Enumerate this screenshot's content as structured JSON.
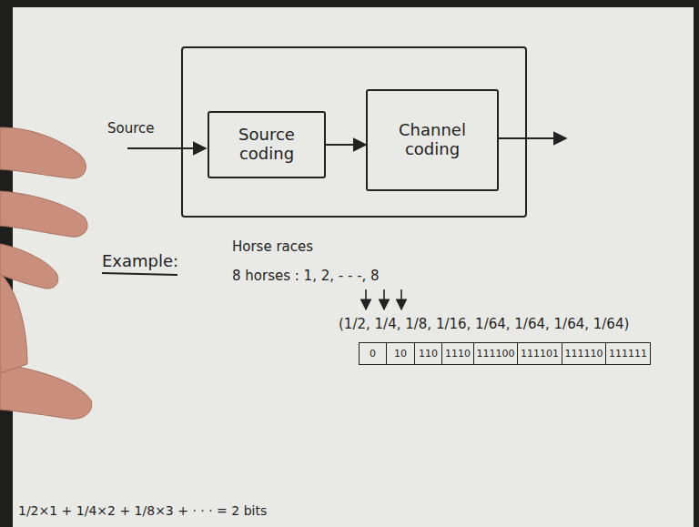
{
  "diagram": {
    "nodes": [
      {
        "text": [
          "Source coding"
        ]
      },
      {
        "text": [
          "Channel coding"
        ]
      }
    ],
    "edges": [
      {
        "from": 0,
        "to": 1,
        "arrow": "to"
      }
    ],
    "labels": [
      "Source",
      "Example:",
      "Horse races",
      "8 horses : 1, 2, - - -, 8",
      "(1/2, 1/4, 1/8, 1/16, 1/64, 1/64, 1/64, 1/64)",
      "0",
      "10",
      "110",
      "1110",
      "111100",
      "111101",
      "111110",
      "111111",
      "1/2×1 + 1/4×2 + 1/8×3 + · · · = 2 bits"
    ]
  }
}
